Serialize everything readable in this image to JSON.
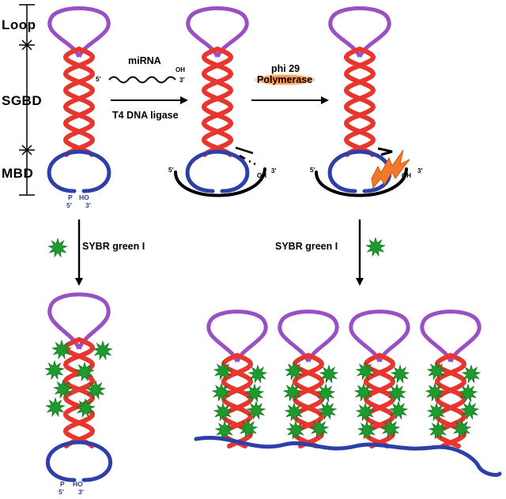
{
  "regions": {
    "loop": "Loop",
    "sgbd": "SGBD",
    "mbd": "MBD"
  },
  "steps": {
    "mirna": "miRNA",
    "ligase": "T4 DNA ligase",
    "phi29_line1": "phi 29",
    "phi29_line2": "Polymerase",
    "sybr_left": "SYBR green I",
    "sybr_right": "SYBR green I"
  },
  "ends": {
    "five_prime": "5′",
    "three_prime": "3′",
    "oh": "OH",
    "ho": "HO",
    "p": "P"
  },
  "colors": {
    "loop": "#9b4fc4",
    "helix": "#e8362e",
    "mbd": "#2d3fa8",
    "dye": "#1e9a2e",
    "polymerase": "#f07a2a",
    "arrow": "#000000"
  }
}
